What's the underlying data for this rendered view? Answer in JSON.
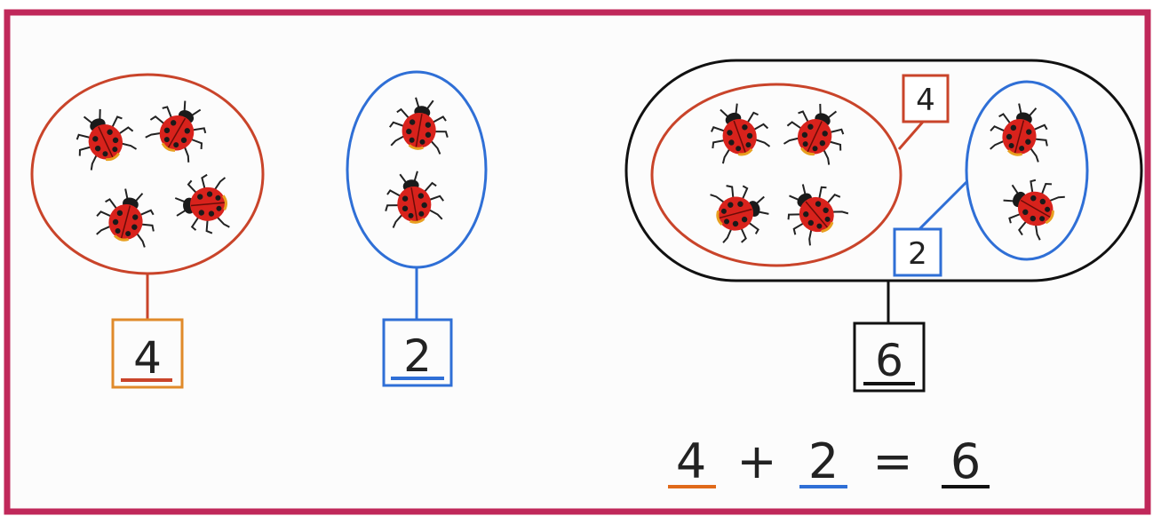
{
  "colors": {
    "frame": "#c0285a",
    "group_a": "#c9442a",
    "group_b": "#2f6fd6",
    "total": "#111111",
    "ladybug_body": "#d8221c",
    "ladybug_dots": "#1a1a1a"
  },
  "icons": {
    "ladybug": "ladybug-icon"
  },
  "groups": {
    "left_count": "4",
    "middle_count": "2",
    "combined_inner_a": "4",
    "combined_inner_b": "2",
    "combined_total": "6"
  },
  "equation": {
    "addend_a": "4",
    "plus": "+",
    "addend_b": "2",
    "equals": "=",
    "sum": "6"
  }
}
